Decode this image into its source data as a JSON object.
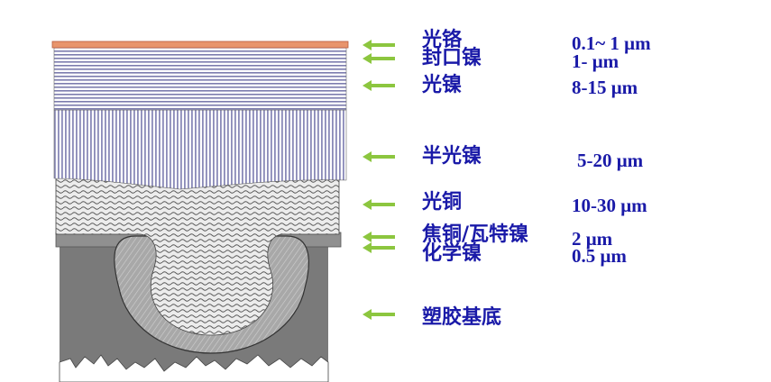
{
  "colors": {
    "text": "#1a1aa8",
    "arrow": "#8cc63f",
    "chrome_top": "#e8946c",
    "nickel_lines": "#8080b0",
    "plastic_base": "#7a7a7a"
  },
  "layers": [
    {
      "name": "光铬",
      "thickness": "0.1~ 1 μm"
    },
    {
      "name": "封口镍",
      "thickness": "1- μm"
    },
    {
      "name": "光镍",
      "thickness": "8-15 μm"
    },
    {
      "name": "半光镍",
      "thickness": "5-20 μm"
    },
    {
      "name": "光铜",
      "thickness": "10-30 μm"
    },
    {
      "name": "焦铜/瓦特镍",
      "thickness": "2 μm"
    },
    {
      "name": "化学镍",
      "thickness": "0.5 μm"
    },
    {
      "name": "塑胶基底",
      "thickness": ""
    }
  ]
}
